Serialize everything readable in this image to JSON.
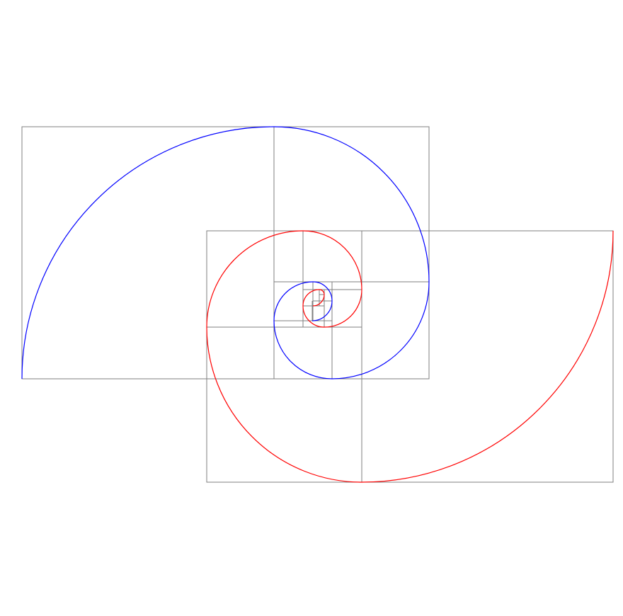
{
  "diagram": {
    "type": "golden-spiral",
    "description_visible_text": "",
    "colors": {
      "background": "#ffffff",
      "grid": "#7f7f7f",
      "spiral_a": "#0000ff",
      "spiral_b": "#ff0000"
    },
    "spirals": [
      {
        "name": "",
        "color_key": "spiral_a",
        "direction": "clockwise-inward",
        "turns_visible": 9
      },
      {
        "name": "",
        "color_key": "spiral_b",
        "direction": "clockwise-inward",
        "turns_visible": 9
      }
    ],
    "ratio": 1.618
  }
}
